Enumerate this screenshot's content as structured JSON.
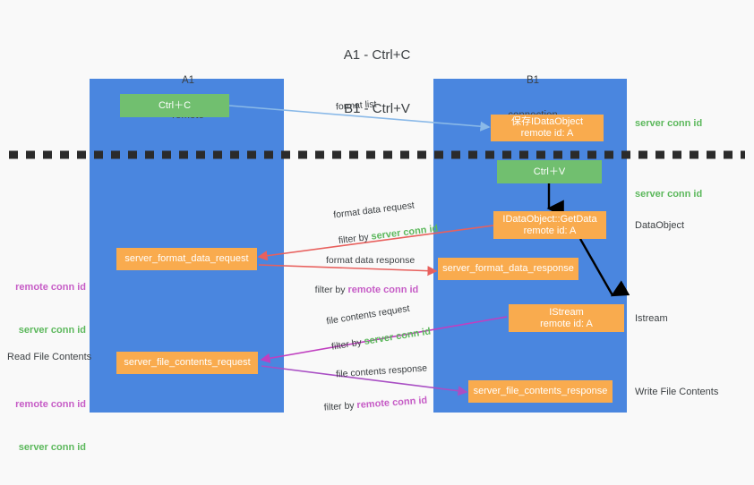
{
  "title": {
    "line1": "A1 - Ctrl+C",
    "line2": "B1 - Ctrl+V"
  },
  "columns": {
    "left": {
      "name": "A1",
      "sub": "remote"
    },
    "right": {
      "name": "B1",
      "sub": "connection"
    }
  },
  "colors": {
    "panel": "#4a86df",
    "orange": "#f9ab4e",
    "green_box": "#71bf6f",
    "green_text": "#5cb85c",
    "purple_text": "#c65cc6",
    "arrow_blue": "#8ab9e8",
    "arrow_red": "#e8605d",
    "arrow_magenta": "#c03fc0",
    "arrow_purple": "#a94fc4",
    "arrow_black": "#000000",
    "background": "#f9f9f9"
  },
  "boxes": {
    "ctrl_c": "Ctrl＋C",
    "ctrl_v": "Ctrl＋V",
    "save_dataobject": {
      "line1": "保存IDataObject",
      "line2": "remote id: A"
    },
    "getdata": {
      "line1": "IDataObject::GetData",
      "line2": "remote id: A"
    },
    "istream": {
      "line1": "IStream",
      "line2": "remote id: A"
    },
    "server_format_data_request": "server_format_data_request",
    "server_format_data_response": "server_format_data_response",
    "server_file_contents_request": "server_file_contents_request",
    "server_file_contents_response": "server_file_contents_response"
  },
  "right_labels": {
    "server_conn_id_1": "server conn id",
    "server_conn_id_2": "server conn id",
    "dataobject": "DataObject",
    "istream": "Istream",
    "write_file_contents": "Write File Contents"
  },
  "left_labels": {
    "remote_conn_id_1": "remote conn id",
    "server_conn_id_1": "server conn id",
    "read_file_contents": "Read File Contents",
    "remote_conn_id_2": "remote conn id",
    "server_conn_id_2": "server conn id"
  },
  "arrow_labels": {
    "format_list": "format list",
    "format_data_request": "format data request",
    "format_data_request_filter_prefix": "filter by ",
    "format_data_request_filter_value": "server conn id",
    "format_data_response": "format data response",
    "format_data_response_filter_prefix": "filter by ",
    "format_data_response_filter_value": "remote conn id",
    "file_contents_request": "file contents request",
    "file_contents_request_filter_prefix": "filter by ",
    "file_contents_request_filter_value": "server conn id",
    "file_contents_response": "file contents response",
    "file_contents_response_filter_prefix": "filter by ",
    "file_contents_response_filter_value": "remote conn id"
  }
}
